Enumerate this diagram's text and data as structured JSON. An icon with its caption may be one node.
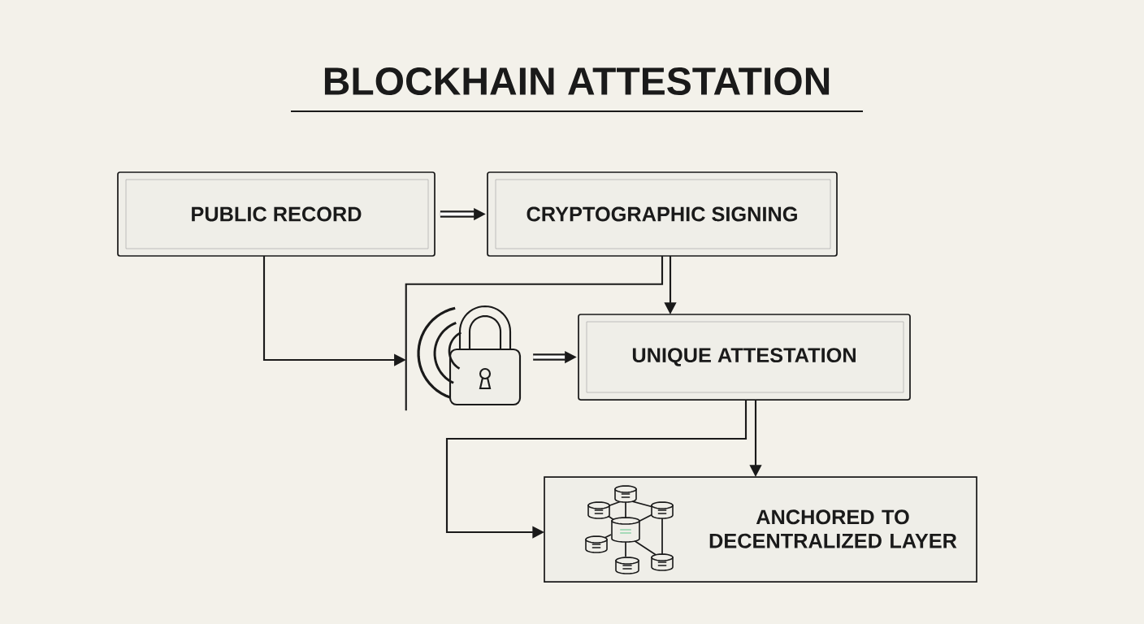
{
  "diagram": {
    "title": "BLOCKHAIN ATTESTATION",
    "nodes": [
      {
        "text": [
          "PUBLIC RECORD"
        ]
      },
      {
        "text": [
          "CRYPTOGRAPHIC SIGNING"
        ]
      },
      {
        "text": [],
        "shape": "picture"
      },
      {
        "text": [
          "UNIQUE ATTESTATION"
        ]
      },
      {
        "text": [
          "ANCHORED TO DECENTRALIZED LAYER"
        ]
      }
    ],
    "edges": [
      {
        "from": 0,
        "to": 1,
        "arrow": "to",
        "style": "thick"
      },
      {
        "from": 0,
        "to": 2,
        "arrow": "to"
      },
      {
        "from": 1,
        "to": 2,
        "arrow": "none"
      },
      {
        "from": 1,
        "to": 3,
        "arrow": "to"
      },
      {
        "from": 2,
        "to": 3,
        "arrow": "to",
        "style": "thick"
      },
      {
        "from": 3,
        "to": 4,
        "arrow": "to"
      },
      {
        "from": 3,
        "to": 4,
        "arrow": "to"
      }
    ]
  }
}
